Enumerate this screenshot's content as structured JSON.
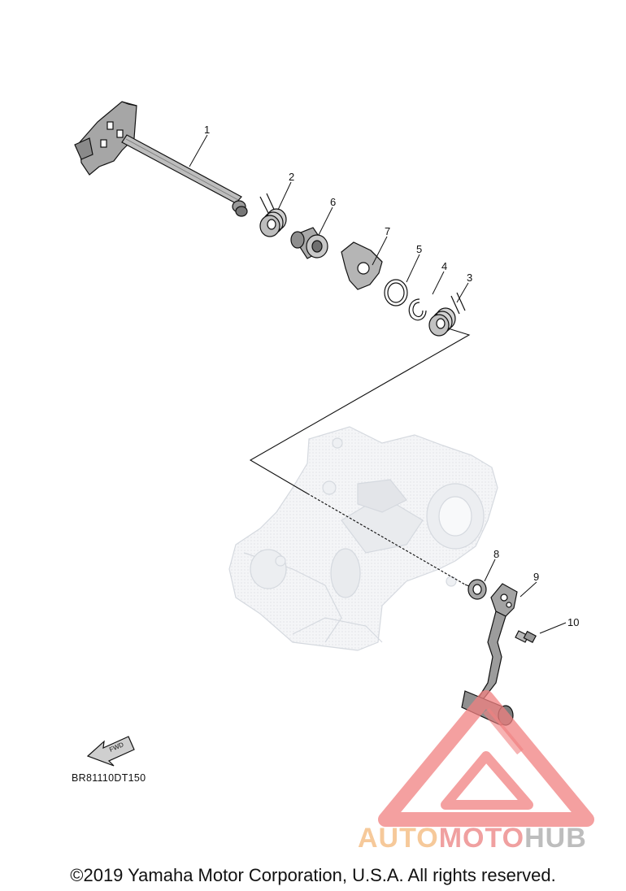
{
  "diagram": {
    "callouts": [
      "1",
      "2",
      "3",
      "4",
      "5",
      "6",
      "7",
      "8",
      "9",
      "10"
    ],
    "fwd_label": "FWD",
    "drawing_code": "BR81110DT150"
  },
  "watermark": {
    "part1": "AUTO",
    "part2": "MOTO",
    "part3": "HUB",
    "colors": {
      "auto": "#f6c99a",
      "moto": "#f0a0a0",
      "hub": "#bdbdbd",
      "triangle": "#f08080"
    }
  },
  "footer": {
    "copyright": "©2019 Yamaha Motor Corporation, U.S.A. All rights reserved."
  }
}
